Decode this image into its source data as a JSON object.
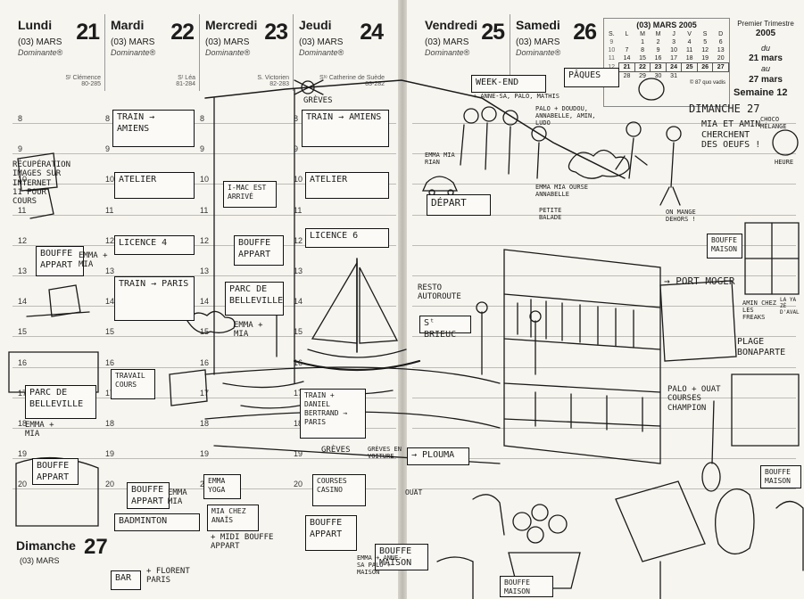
{
  "days_left": [
    {
      "name": "Lundi",
      "num": "21",
      "month": "(03) MARS",
      "dominante": "Dominante®",
      "saint": "Sᵗ Clémence",
      "code": "80-285"
    },
    {
      "name": "Mardi",
      "num": "22",
      "month": "(03) MARS",
      "dominante": "Dominante®",
      "saint": "Sᵗ Léa",
      "code": "81-284"
    },
    {
      "name": "Mercredi",
      "num": "23",
      "month": "(03) MARS",
      "dominante": "Dominante®",
      "saint": "S. Victorien",
      "code": "82-283"
    },
    {
      "name": "Jeudi",
      "num": "24",
      "month": "(03) MARS",
      "dominante": "Dominante®",
      "saint": "Sᵗᵉ Catherine de Suède",
      "code": "83-282"
    }
  ],
  "days_right": [
    {
      "name": "Vendredi",
      "num": "25",
      "month": "(03) MARS",
      "dominante": "Dominante®"
    },
    {
      "name": "Samedi",
      "num": "26",
      "month": "(03) MARS",
      "dominante": "Dominante®"
    }
  ],
  "sunday": {
    "name": "Dimanche",
    "num": "27",
    "month": "(03) MARS"
  },
  "hours": [
    "8",
    "9",
    "10",
    "11",
    "12",
    "13",
    "14",
    "15",
    "16",
    "17",
    "18",
    "19",
    "20"
  ],
  "mini_calendar": {
    "title": "(03) MARS 2005",
    "weekdays": [
      "S.",
      "L",
      "M",
      "M",
      "J",
      "V",
      "S",
      "D"
    ],
    "rows": [
      [
        "9",
        "",
        "1",
        "2",
        "3",
        "4",
        "5",
        "6"
      ],
      [
        "10",
        "7",
        "8",
        "9",
        "10",
        "11",
        "12",
        "13"
      ],
      [
        "11",
        "14",
        "15",
        "16",
        "17",
        "18",
        "19",
        "20"
      ],
      [
        "12",
        "21",
        "22",
        "23",
        "24",
        "25",
        "26",
        "27"
      ],
      [
        "13",
        "28",
        "29",
        "30",
        "31",
        "",
        "",
        ""
      ]
    ],
    "copyright": "© 87 quo vadis"
  },
  "week_meta": {
    "trimester": "Premier Trimestre",
    "year": "2005",
    "du": "du",
    "start": "21 mars",
    "au": "au",
    "end": "27 mars",
    "week": "Semaine 12"
  },
  "notes": {
    "train_amiens_1": "TRAIN → AMIENS",
    "train_amiens_2": "TRAIN → AMIENS",
    "greves_top": "GRÈVES",
    "atelier_1": "ATELIER",
    "atelier_2": "ATELIER",
    "licence_1": "LICENCE 4",
    "licence_2": "LICENCE 6",
    "train_paris": "TRAIN → PARIS",
    "recuperation": "RÉCUPÉRATION IMAGES SUR INTERNET 11 POUR COURS",
    "bouffe_appart_1": "BOUFFE APPART",
    "emma_mia_1": "EMMA + MIA",
    "imac": "i-MAC EST ARRIVÉ",
    "bouffe_appart_2": "BOUFFE APPART",
    "parc_belleville_1": "PARC DE BELLEVILLE",
    "parc_belleville_2": "PARC DE BELLEVILLE",
    "emma_mia_2": "EMMA + MIA",
    "travail_cours": "TRAVAIL COURS",
    "emma_2": "EMMA + MIA",
    "bouffe_appart_3": "BOUFFE APPART",
    "bouffe_appart_4": "BOUFFE APPART",
    "emma_mia_3": "EMMA MIA",
    "badminton": "BADMINTON",
    "bar": "BAR",
    "florent": "+ FLORENT PARIS",
    "emma_yoga": "EMMA YOGA",
    "mia_chez_anais": "MIA CHEZ ANAÏS",
    "midi_bouffe": "+ MIDI BOUFFE APPART",
    "bouffe_appart_5": "BOUFFE APPART",
    "courses_casino": "COURSES CASINO",
    "train_daniel": "TRAIN + DANIEL BERTRAND → PARIS",
    "greves_2": "GRÈVES",
    "greves_voiture": "GRÈVES EN VOITURE",
    "bouffe_maison_1": "BOUFFE MAISON",
    "emma_anne": "EMMA + ANNE-SA PALO + MAISON",
    "plouma": "→ PLOUMA",
    "depart": "DÉPART",
    "resto": "RESTO AUTOROUTE",
    "st_brieuc": "Sᵗ BRIEUC",
    "emma_mia_voiture": "EMMA MIA RIAN",
    "week_end": "WEEK-END",
    "week_end_names": "+ ANNE-SA, PALO, MATHIS",
    "paques": "PÂQUES",
    "palo_doudou": "PALO + DOUDOU, ANNABELLE, AMIN, LUDO",
    "dimanche_27": "DIMANCHE 27",
    "mia_amin": "MIA ET AMIN CHERCHENT DES OEUFS !",
    "chocolat": "CHOCO MÉLANGE",
    "heure": "HEURE",
    "emma_ourse": "EMMA MIA OURSE ANNABELLE",
    "petite_balade": "PETITE BALADE",
    "on_mange_dehors": "ON MANGE DEHORS !",
    "bouffe_maison_2": "BOUFFE MAISON",
    "port_moger": "→ PORT MOGER",
    "amin_freaks": "AMIN CHEZ LES FREAKS",
    "la_ya": "LA YA ZÉ D'AVAL",
    "plage": "PLAGE BONAPARTE",
    "palo_courses": "PALO + OUAT COURSES CHAMPION",
    "bouffe_maison_3": "BOUFFE MAISON",
    "bouffe_maison_4": "BOUFFE MAISON",
    "ouat": "OUAT"
  }
}
